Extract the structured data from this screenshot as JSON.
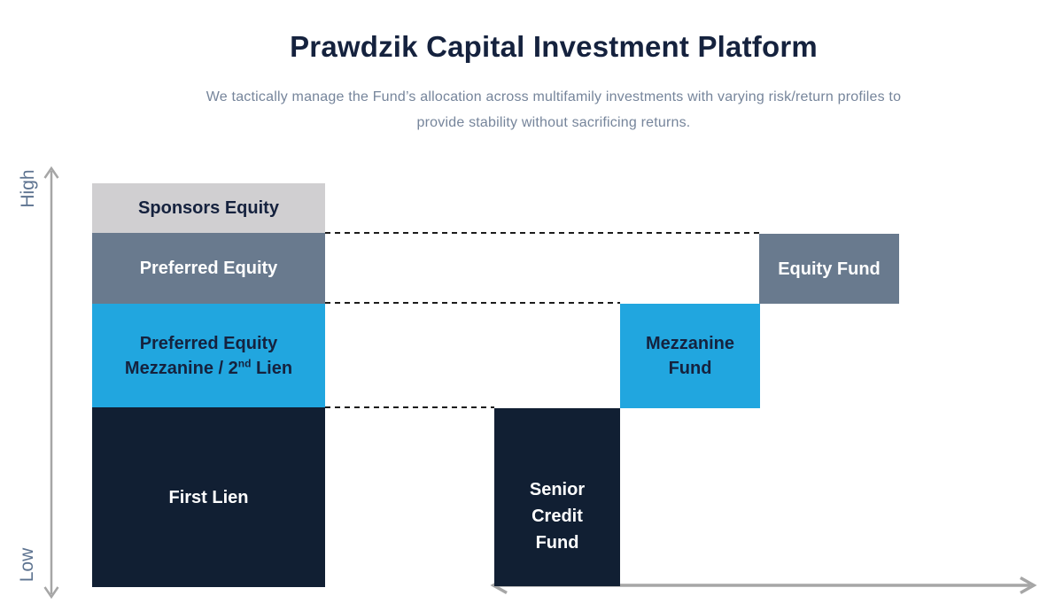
{
  "header": {
    "title": "Prawdzik Capital Investment Platform",
    "subtitle_line1": "We tactically manage the Fund’s allocation across multifamily investments with varying risk/return profiles to",
    "subtitle_line2": "provide stability without sacrificing returns."
  },
  "risk_axis": {
    "high_label": "High",
    "low_label": "Low"
  },
  "capital_stack": {
    "sponsors_equity": {
      "label": "Sponsors Equity",
      "bg": "#d0cfd1",
      "text": "#15223e"
    },
    "preferred_equity": {
      "label": "Preferred Equity",
      "bg": "#697a8e",
      "text": "#ffffff"
    },
    "preferred_equity_mezzanine": {
      "line1": "Preferred Equity",
      "line2_pre": "Mezzanine / 2",
      "line2_sup": "nd",
      "line2_post": " Lien",
      "bg": "#21a6df",
      "text": "#15223e"
    },
    "first_lien": {
      "label": "First Lien",
      "bg": "#111f33",
      "text": "#ffffff"
    }
  },
  "funds": {
    "equity_fund": {
      "label": "Equity Fund",
      "bg": "#697a8e",
      "text": "#ffffff"
    },
    "mezzanine_fund": {
      "line1": "Mezzanine",
      "line2": "Fund",
      "bg": "#21a6df",
      "text": "#15223e"
    },
    "senior_credit_fund": {
      "line1": "Senior",
      "line2": "Credit",
      "line3": "Fund",
      "bg": "#111f33",
      "text": "#ffffff"
    }
  },
  "colors": {
    "title_text": "#15223e",
    "subtitle_text": "#76859b",
    "axis_label_text": "#5d7390",
    "arrow_gray": "#a6a6a6",
    "dashed_line": "#1c1c1c",
    "background": "#ffffff"
  }
}
